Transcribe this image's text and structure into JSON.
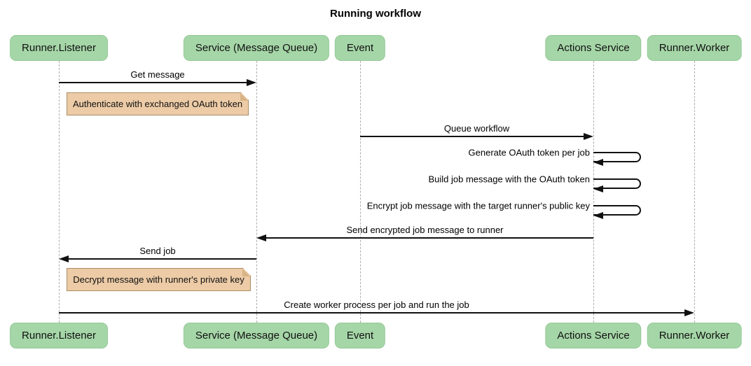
{
  "title": "Running workflow",
  "colors": {
    "background": "#ffffff",
    "actor_fill": "#a5d6a7",
    "actor_border": "#97c999",
    "note_fill": "#eccba6",
    "note_border": "#a98d63",
    "note_fold": "#d8b386",
    "lifeline": "#adadad",
    "arrow": "#111111"
  },
  "participants": [
    {
      "id": "listener",
      "label": "Runner.Listener"
    },
    {
      "id": "service",
      "label": "Service (Message Queue)"
    },
    {
      "id": "event",
      "label": "Event"
    },
    {
      "id": "actions",
      "label": "Actions Service"
    },
    {
      "id": "worker",
      "label": "Runner.Worker"
    }
  ],
  "steps": [
    {
      "kind": "message",
      "label": "Get message",
      "from": "listener",
      "to": "service"
    },
    {
      "kind": "note",
      "label": "Authenticate with exchanged OAuth token",
      "anchor": "listener"
    },
    {
      "kind": "message",
      "label": "Queue workflow",
      "from": "event",
      "to": "actions"
    },
    {
      "kind": "self",
      "label": "Generate OAuth token per job",
      "on": "actions"
    },
    {
      "kind": "self",
      "label": "Build job message with the OAuth token",
      "on": "actions"
    },
    {
      "kind": "self",
      "label": "Encrypt job message with the target runner's public key",
      "on": "actions"
    },
    {
      "kind": "message",
      "label": "Send encrypted job message to runner",
      "from": "actions",
      "to": "service"
    },
    {
      "kind": "message",
      "label": "Send job",
      "from": "service",
      "to": "listener"
    },
    {
      "kind": "note",
      "label": "Decrypt message with runner's private key",
      "anchor": "listener"
    },
    {
      "kind": "message",
      "label": "Create worker process per job and run the job",
      "from": "listener",
      "to": "worker"
    }
  ]
}
